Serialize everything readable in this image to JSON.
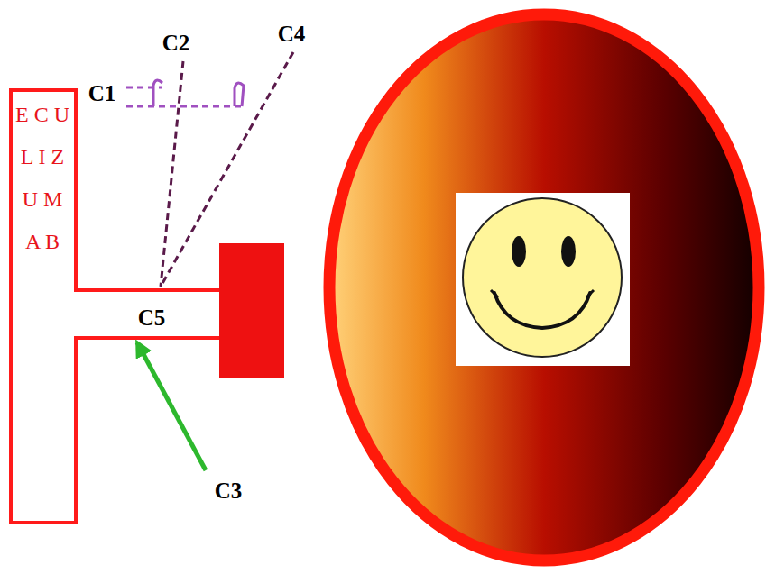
{
  "diagram": {
    "nodes": [
      {
        "text": [
          "E C U L I Z U M A B"
        ]
      }
    ],
    "labels": [
      "C1",
      "C2",
      "C4",
      "C5",
      "C3"
    ]
  }
}
